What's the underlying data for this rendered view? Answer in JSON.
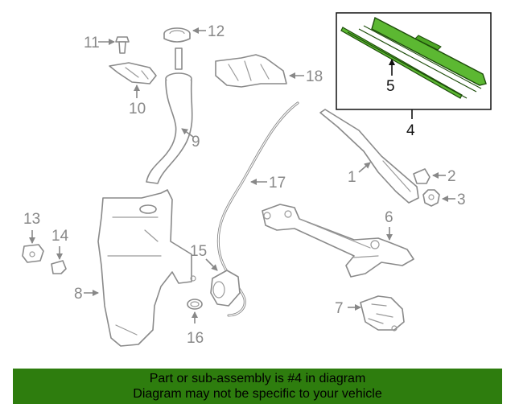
{
  "callouts": {
    "c1": "1",
    "c2": "2",
    "c3": "3",
    "c4": "4",
    "c5": "5",
    "c6": "6",
    "c7": "7",
    "c8": "8",
    "c9": "9",
    "c10": "10",
    "c11": "11",
    "c12": "12",
    "c13": "13",
    "c14": "14",
    "c15": "15",
    "c16": "16",
    "c17": "17",
    "c18": "18"
  },
  "banner": {
    "line1": "Part or sub-assembly is #4 in diagram",
    "line2": "Diagram may not be specific to your vehicle"
  },
  "colors": {
    "highlight": "#5cb832",
    "banner_bg": "#2e7d0e",
    "line_art": "#8a8a8a"
  }
}
